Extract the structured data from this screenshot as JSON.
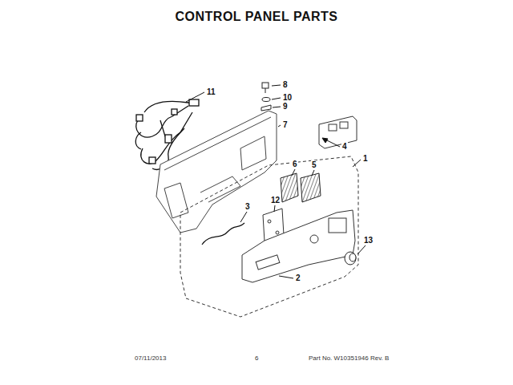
{
  "diagram": {
    "title": "CONTROL PANEL PARTS",
    "labels": [
      "11",
      "8",
      "10",
      "9",
      "7",
      "4",
      "1",
      "6",
      "5",
      "12",
      "3",
      "13",
      "2",
      "07/11/2013",
      "6",
      "Part No. W10351946 Rev. B"
    ]
  }
}
